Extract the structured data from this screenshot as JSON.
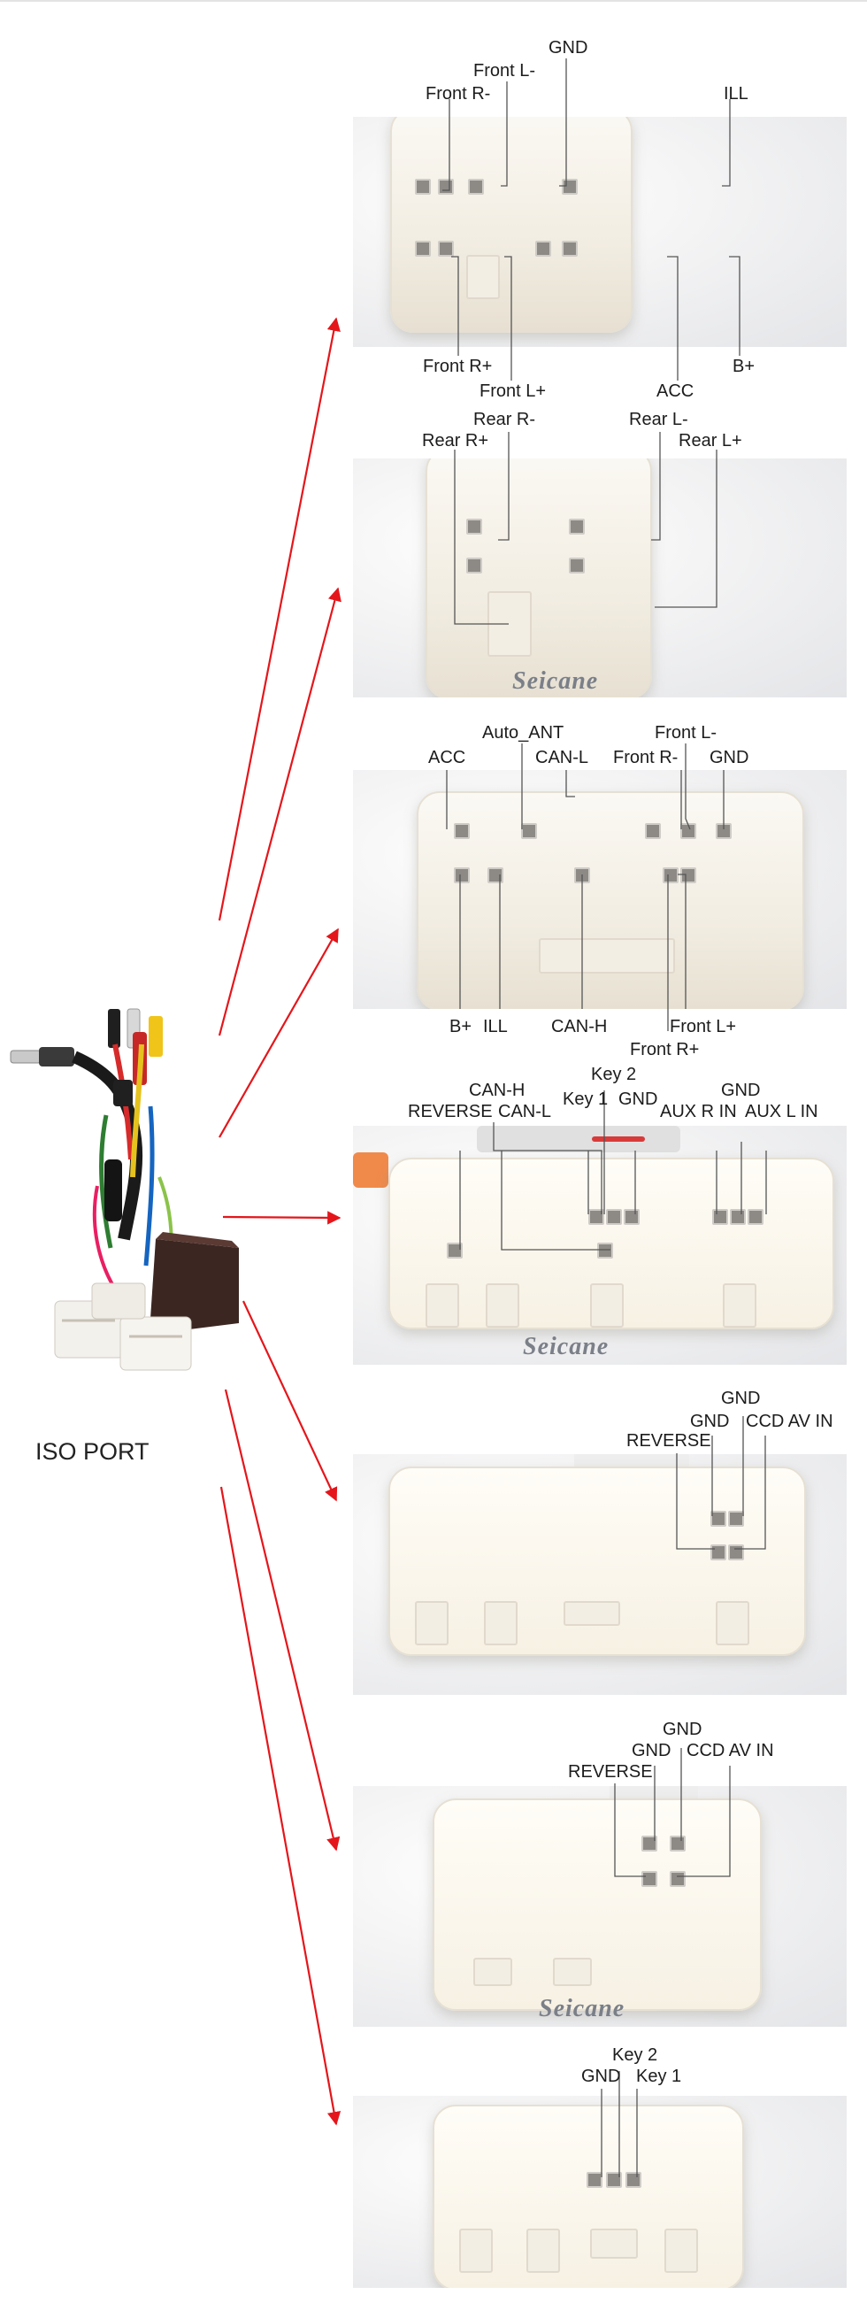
{
  "harness": {
    "label": "ISO PORT"
  },
  "watermark": "Seicane",
  "panels": [
    {
      "id": "panel-1",
      "labels": [
        "GND",
        "Front L-",
        "Front R-",
        "ILL",
        "Front R+",
        "Front L+",
        "ACC",
        "B+"
      ]
    },
    {
      "id": "panel-2",
      "labels": [
        "Rear R-",
        "Rear R+",
        "Rear L-",
        "Rear L+"
      ]
    },
    {
      "id": "panel-3",
      "labels": [
        "Auto_ANT",
        "ACC",
        "CAN-L",
        "Front L-",
        "Front R-",
        "GND",
        "B+",
        "ILL",
        "CAN-H",
        "Front L+",
        "Front R+"
      ]
    },
    {
      "id": "panel-4",
      "labels": [
        "CAN-H",
        "Key 2",
        "REVERSE",
        "CAN-L",
        "Key 1",
        "GND",
        "GND",
        "AUX R IN",
        "AUX L IN"
      ]
    },
    {
      "id": "panel-5",
      "labels": [
        "GND",
        "GND",
        "CCD AV IN",
        "REVERSE"
      ]
    },
    {
      "id": "panel-6",
      "labels": [
        "GND",
        "GND",
        "CCD AV IN",
        "REVERSE"
      ]
    },
    {
      "id": "panel-7",
      "labels": [
        "Key 2",
        "GND",
        "Key 1"
      ]
    }
  ],
  "colors": {
    "arrow": "#e4161b",
    "leader": "#555555"
  }
}
